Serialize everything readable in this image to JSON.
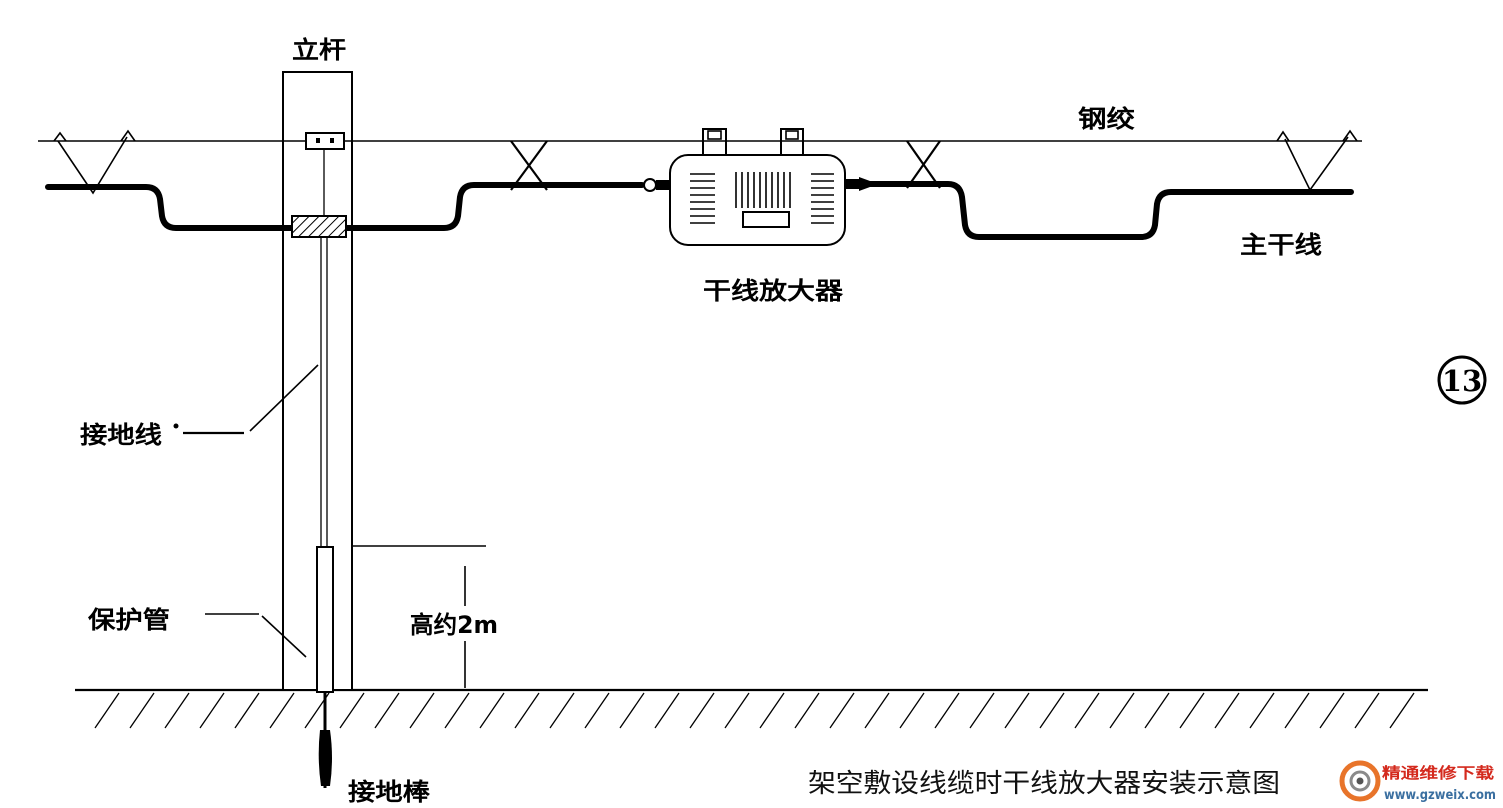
{
  "labels": {
    "pole": "立杆",
    "messenger_wire": "钢绞",
    "trunk_line": "主干线",
    "trunk_amplifier": "干线放大器",
    "ground_wire": "接地线",
    "protective_tube": "保护管",
    "height_note": "高约2m",
    "ground_rod": "接地棒"
  },
  "figure_number": "13",
  "caption": "架空敷设线缆时干线放大器安装示意图",
  "watermark": {
    "site_name": "精通维修下载",
    "url": "www.gzweix.com"
  },
  "colors": {
    "line": "#000000",
    "background": "#ffffff",
    "watermark_name": "#d42a1e",
    "watermark_url": "#3a6fa0",
    "watermark_logo": "#e8742a"
  }
}
